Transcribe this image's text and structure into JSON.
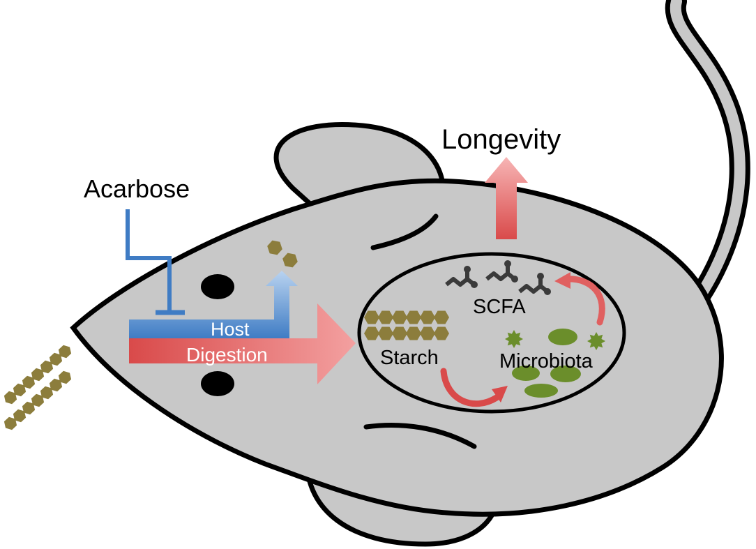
{
  "labels": {
    "acarbose": "Acarbose",
    "longevity": "Longevity",
    "host": "Host",
    "digestion": "Digestion",
    "scfa": "SCFA",
    "starch": "Starch",
    "microbiota": "Microbiota"
  },
  "colors": {
    "mouse_body": "#c8c8c8",
    "outline": "#000000",
    "starch": "#8c7d3c",
    "microbe": "#6b8e2b",
    "scfa_molecule": "#3a3a3a",
    "red_arrow": "#e05a5a",
    "blue_arrow": "#3f7cc4",
    "acarbose_line": "#3f7cc4",
    "text": "#000000",
    "arrow_text": "#ffffff"
  }
}
